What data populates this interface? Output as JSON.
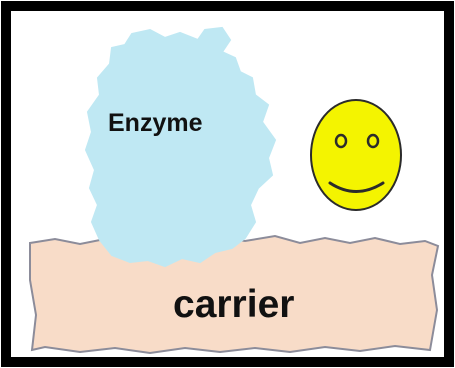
{
  "diagram": {
    "enzyme_label": "Enzyme",
    "carrier_label": "carrier",
    "colors": {
      "border": "#000000",
      "enzyme_fill": "#bfe8f3",
      "carrier_fill": "#f8dcc8",
      "carrier_outline": "#8c8c9a",
      "smiley_fill": "#f4f400",
      "smiley_outline": "#2b2b2b"
    },
    "icons": {
      "enzyme": "enzyme-blob-shape",
      "carrier": "carrier-support-shape",
      "smiley": "smiley-face-icon"
    }
  }
}
